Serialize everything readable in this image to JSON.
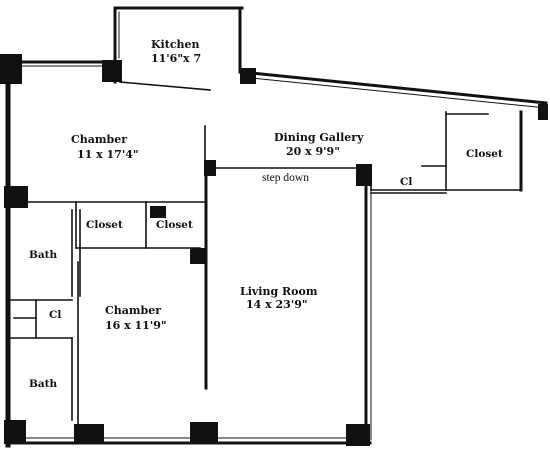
{
  "rooms": {
    "kitchen": {
      "name": "Kitchen",
      "dims": "11'6\"x 7"
    },
    "chamber_top": {
      "name": "Chamber",
      "dims": "11 x 17'4\""
    },
    "dining": {
      "name": "Dining Gallery",
      "dims": "20 x 9'9\""
    },
    "closet_right": {
      "name": "Closet"
    },
    "cl_right": {
      "name": "Cl"
    },
    "step_down": "step down",
    "closet_left": {
      "name": "Closet"
    },
    "closet_mid": {
      "name": "Closet"
    },
    "bath_top": {
      "name": "Bath"
    },
    "cl_left": {
      "name": "Cl"
    },
    "chamber_bottom": {
      "name": "Chamber",
      "dims": "16 x 11'9\""
    },
    "living": {
      "name": "Living Room",
      "dims": "14 x 23'9\""
    },
    "bath_bottom": {
      "name": "Bath"
    }
  }
}
